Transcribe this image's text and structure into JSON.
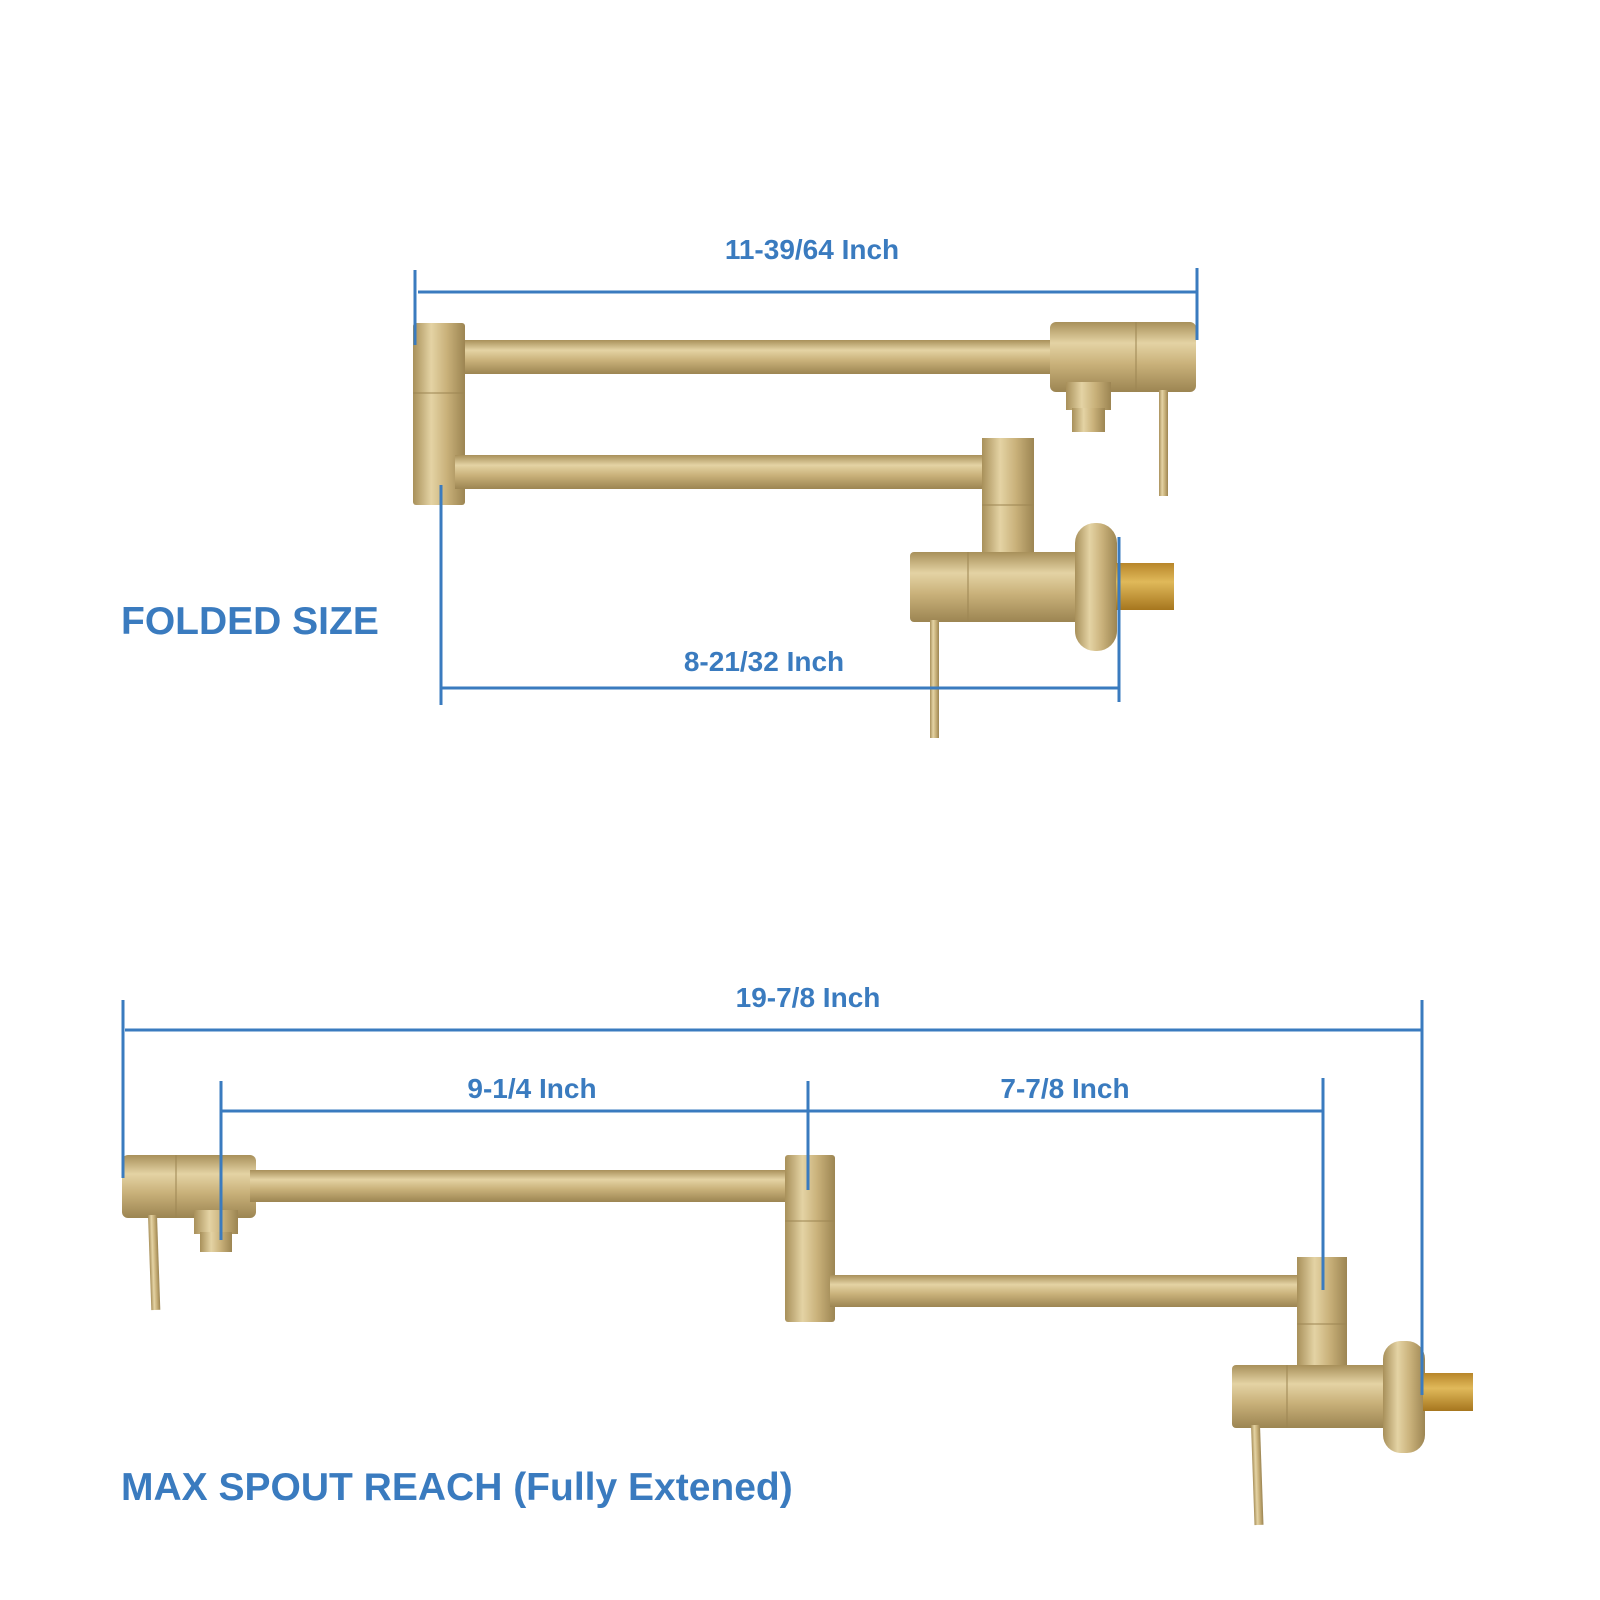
{
  "colors": {
    "dimension_line": "#3a7bbf",
    "label_text": "#3a7bbf",
    "brass": "#c9b17a",
    "brass_dark": "#a8905a",
    "brass_light": "#e4d3a4",
    "thread": "#c99a3a",
    "background": "#ffffff"
  },
  "folded": {
    "heading": "FOLDED SIZE",
    "width_label": "11-39/64 Inch",
    "depth_label": "8-21/32 Inch"
  },
  "extended": {
    "heading": "MAX SPOUT REACH (Fully Extened)",
    "total_label": "19-7/8 Inch",
    "first_arm_label": "9-1/4 Inch",
    "second_arm_label": "7-7/8 Inch"
  }
}
